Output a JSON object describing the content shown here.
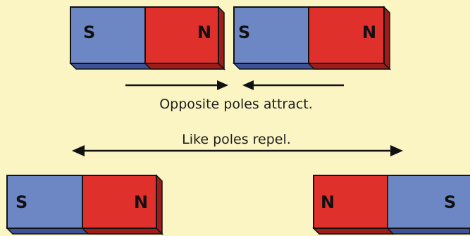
{
  "colors": {
    "background": "#fbf5c3",
    "south_pole": "#6d86c4",
    "north_pole": "#e0302c",
    "outline": "#111111",
    "arrow": "#111111"
  },
  "magnets": {
    "top_left": {
      "left_pole": "S",
      "right_pole": "N"
    },
    "top_right": {
      "left_pole": "S",
      "right_pole": "N"
    },
    "bottom_left": {
      "left_pole": "S",
      "right_pole": "N"
    },
    "bottom_right": {
      "left_pole": "N",
      "right_pole": "S"
    }
  },
  "captions": {
    "attract": "Opposite poles attract.",
    "repel": "Like poles repel."
  }
}
